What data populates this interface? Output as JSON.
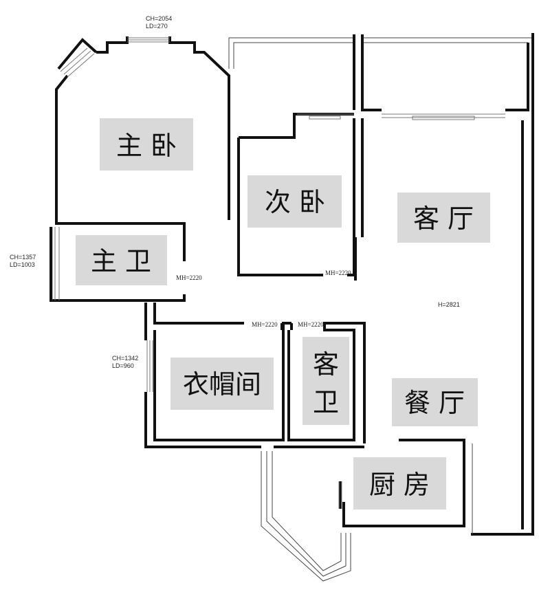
{
  "rooms": {
    "master_bedroom": "主 卧",
    "second_bedroom": "次 卧",
    "living_room": "客 厅",
    "master_bath": "主 卫",
    "cloakroom": "衣帽间",
    "guest_bath_line1": "客",
    "guest_bath_line2": "卫",
    "dining_room": "餐 厅",
    "kitchen": "厨 房"
  },
  "notes": {
    "top_window_ch": "CH=2054",
    "top_window_ld": "LD=270",
    "left_window1_ch": "CH=1357",
    "left_window1_ld": "LD=1003",
    "left_window2_ch": "CH=1342",
    "left_window2_ld": "LD=960",
    "mh_master_bath": "MH=2220",
    "mh_second_bedroom": "MH=2220",
    "mh_cloakroom": "MH=2220",
    "mh_guest_bath": "MH=2220",
    "h_living": "H=2821"
  }
}
